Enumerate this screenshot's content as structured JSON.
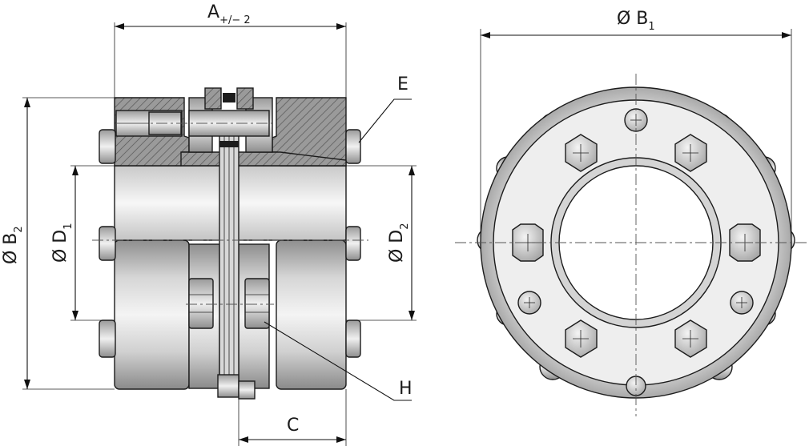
{
  "labels": {
    "A": "A",
    "A_sub": "+/− 2",
    "B1": "Ø B",
    "B1_sub": "1",
    "B2": "Ø B",
    "B2_sub": "2",
    "D1": "Ø D",
    "D1_sub": "1",
    "D2": "Ø D",
    "D2_sub": "2",
    "C": "C",
    "E": "E",
    "H": "H"
  },
  "colors": {
    "line": "#1c1c1c",
    "metal_light": "#e6e6e6",
    "metal_mid": "#c2c2c2",
    "metal_dark": "#8c8c8c",
    "hatch": "#6e6e6e"
  }
}
